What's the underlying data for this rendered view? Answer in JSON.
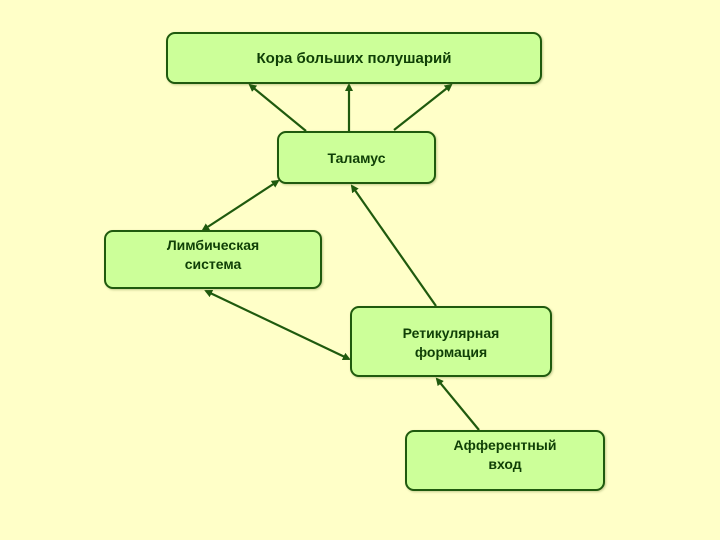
{
  "diagram": {
    "colors": {
      "background": "#ffffc8",
      "node_fill": "#ccff99",
      "node_border": "#1f5a0e",
      "text": "#0f3f06",
      "arrow": "#1f5a0e"
    },
    "nodes": {
      "cortex": {
        "label": "Кора больших полушарий"
      },
      "thalamus": {
        "label": "Таламус"
      },
      "limbic": {
        "label": "Лимбическая\nсистема"
      },
      "reticular": {
        "label": "Ретикулярная\nформация"
      },
      "afferent": {
        "label": "Афферентный\nвход"
      }
    },
    "edges": [
      {
        "from": "thalamus",
        "to": "cortex",
        "direction": "forward",
        "note": "left"
      },
      {
        "from": "thalamus",
        "to": "cortex",
        "direction": "forward",
        "note": "center"
      },
      {
        "from": "thalamus",
        "to": "cortex",
        "direction": "forward",
        "note": "right"
      },
      {
        "from": "thalamus",
        "to": "limbic",
        "direction": "both"
      },
      {
        "from": "reticular",
        "to": "thalamus",
        "direction": "forward"
      },
      {
        "from": "limbic",
        "to": "reticular",
        "direction": "both"
      },
      {
        "from": "afferent",
        "to": "reticular",
        "direction": "forward"
      }
    ]
  }
}
